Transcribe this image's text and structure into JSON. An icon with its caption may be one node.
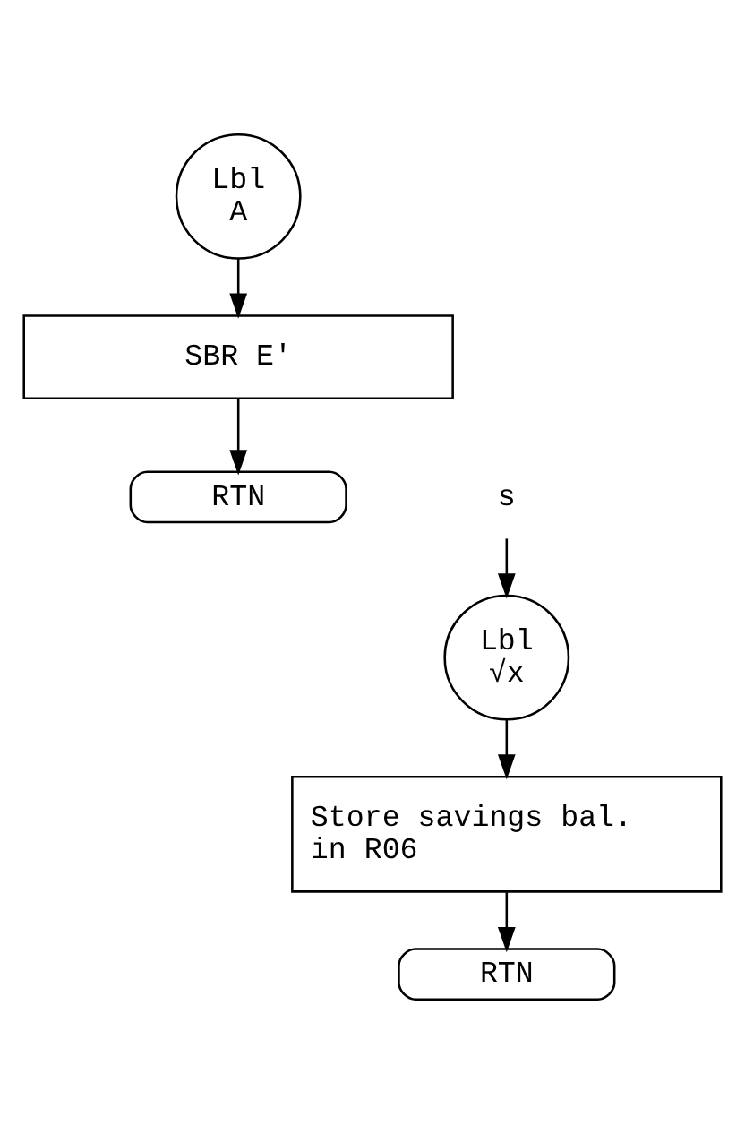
{
  "diagram": {
    "nodes": [
      {
        "text": [
          "Lbl A"
        ]
      },
      {
        "text": [
          "SBR E'"
        ]
      },
      {
        "text": [
          "RTN"
        ]
      },
      {
        "text": [
          "s"
        ]
      },
      {
        "text": [
          "Lbl √x"
        ]
      },
      {
        "text": [
          "Store savings bal. in R06"
        ]
      },
      {
        "text": [
          "RTN"
        ]
      }
    ],
    "edges": [
      {
        "from": 0,
        "to": 1,
        "arrow": "to"
      },
      {
        "from": 1,
        "to": 2,
        "arrow": "to"
      },
      {
        "from": 3,
        "to": 4,
        "arrow": "to"
      },
      {
        "from": 4,
        "to": 5,
        "arrow": "to"
      },
      {
        "from": 5,
        "to": 6,
        "arrow": "to"
      }
    ]
  }
}
